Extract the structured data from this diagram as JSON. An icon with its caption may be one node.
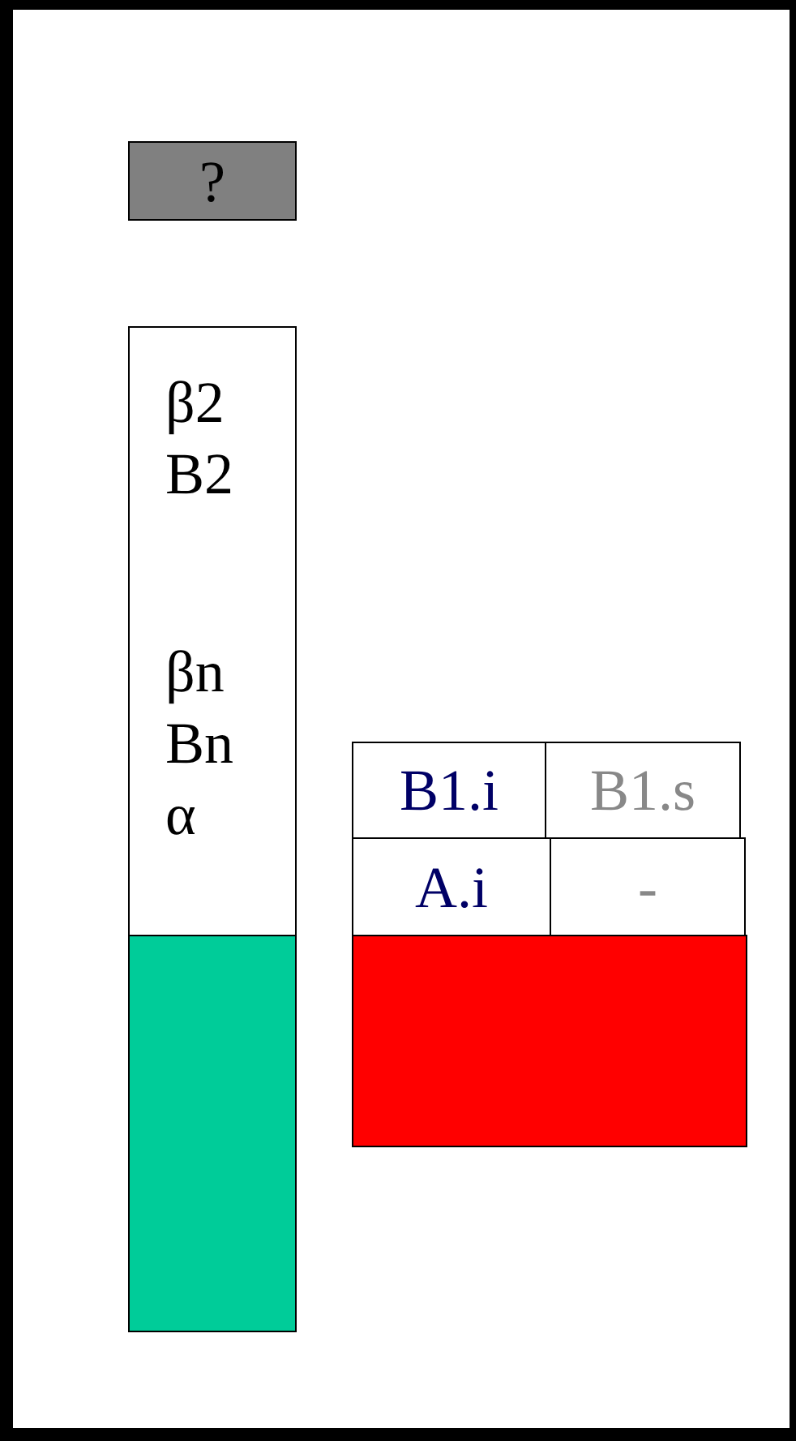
{
  "diagram": {
    "nodes": [
      {
        "text": [
          "?"
        ]
      },
      {
        "text": [
          "β2 B2",
          "βn Bn α"
        ]
      },
      {
        "text": [],
        "shape": "box"
      },
      {
        "text": [
          "B1.i"
        ]
      },
      {
        "text": [
          "B1.s"
        ]
      },
      {
        "text": [
          "A.i"
        ]
      },
      {
        "text": [
          "-"
        ]
      },
      {
        "text": [],
        "shape": "box"
      }
    ]
  }
}
